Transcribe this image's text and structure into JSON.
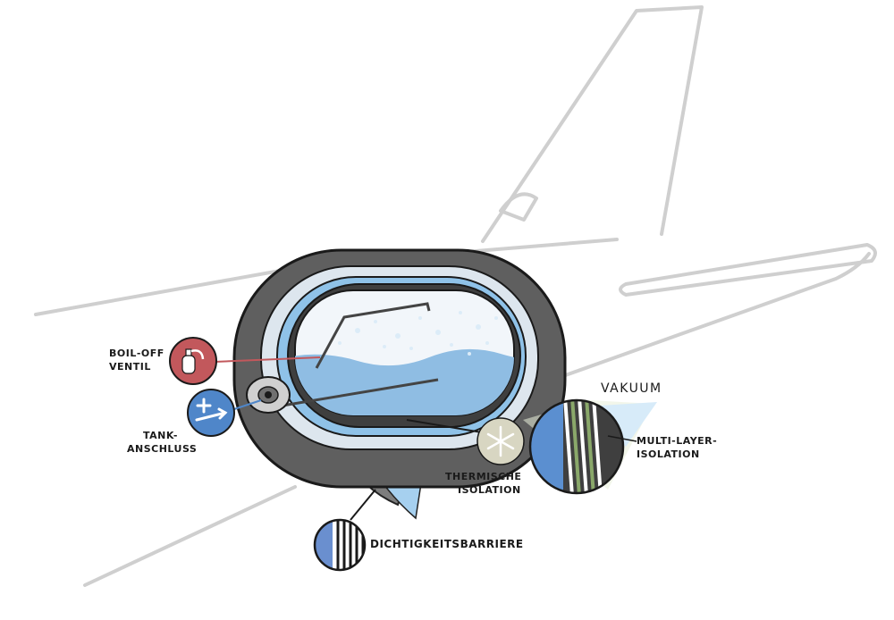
{
  "labels": {
    "boil_off_line1": "BOIL-OFF",
    "boil_off_line2": "VENTIL",
    "tank_line1": "TANK-",
    "tank_line2": "ANSCHLUSS",
    "vakuum": "VAKUUM",
    "mli_line1": "MULTI-LAYER-",
    "mli_line2": "ISOLATION",
    "thermal_line1": "THERMISCHE",
    "thermal_line2": "ISOLATION",
    "barrier": "DICHTIGKEITSBARRIERE"
  },
  "colors": {
    "outline": "#cfcfcf",
    "tank_shell": "#5f5f5f",
    "liquid": "#8fbde3",
    "boil_off_valve": "#c2585c",
    "tank_connector": "#4f86c9",
    "thermal_badge": "#d8d6c2"
  },
  "icons": {
    "boil_off_icon": "gas-cylinder-icon",
    "connector_icon": "plus-arrow-icon",
    "thermal_icon": "snowflake-icon"
  }
}
